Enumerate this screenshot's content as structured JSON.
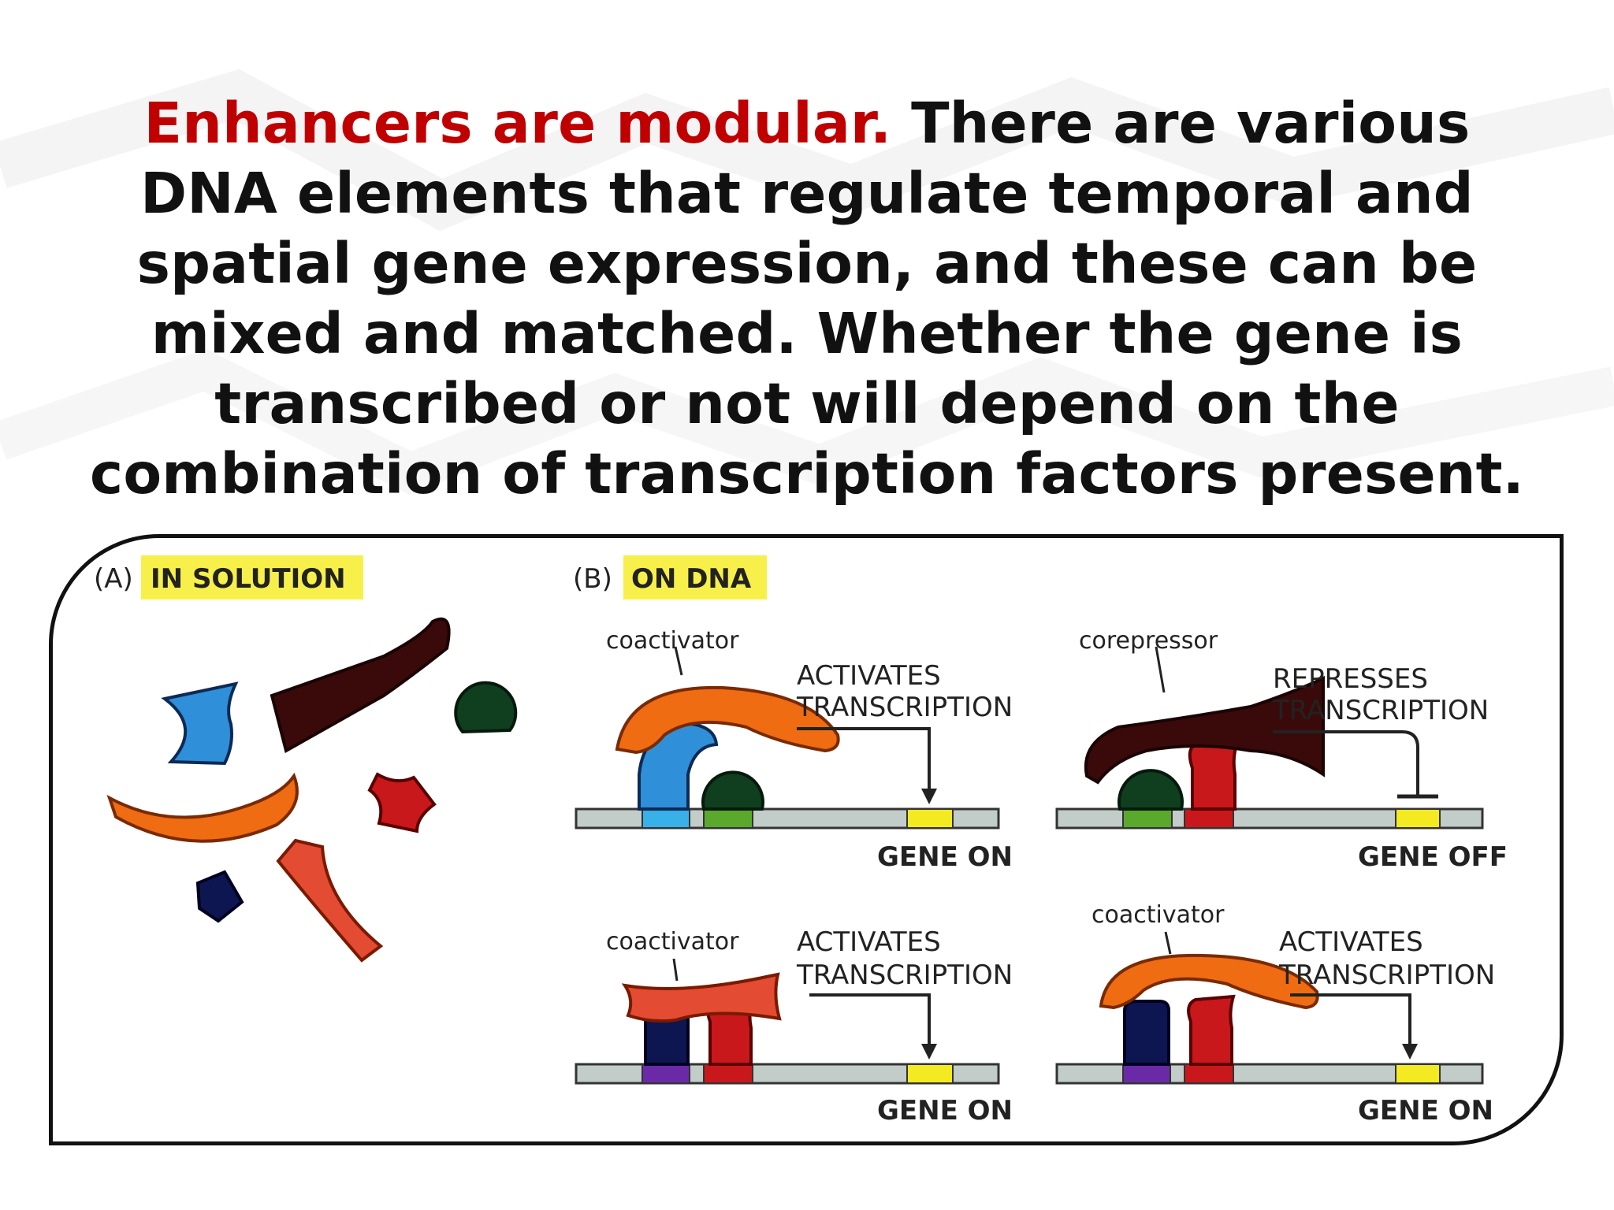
{
  "headline": {
    "accent": "Enhancers are modular.",
    "rest": " There are various DNA elements that regulate temporal and spatial gene expression, and these can be mixed and matched. Whether the gene is transcribed or not will depend on the combination of transcription factors present."
  },
  "figure": {
    "panel_a": {
      "letter": "(A)",
      "title": "IN SOLUTION"
    },
    "panel_b": {
      "letter": "(B)",
      "title": "ON DNA"
    },
    "scenarios": [
      {
        "cofactor": "coactivator",
        "effect_1": "ACTIVATES",
        "effect_2": "TRANSCRIPTION",
        "gene_state": "GENE ON"
      },
      {
        "cofactor": "corepressor",
        "effect_1": "REPRESSES",
        "effect_2": "TRANSCRIPTION",
        "gene_state": "GENE OFF"
      },
      {
        "cofactor": "coactivator",
        "effect_1": "ACTIVATES",
        "effect_2": "TRANSCRIPTION",
        "gene_state": "GENE ON"
      },
      {
        "cofactor": "coactivator",
        "effect_1": "ACTIVATES",
        "effect_2": "TRANSCRIPTION",
        "gene_state": "GENE ON"
      }
    ]
  },
  "colors": {
    "accent_red": "#c00000",
    "label_highlight": "#f7f04a",
    "dna_strand": "#c2ccc8",
    "gene_yellow": "#f4ea22",
    "blue_factor": "#2f8fd8",
    "green_factor": "#0f3f1f",
    "navy_factor": "#0d1650",
    "red_factor": "#c8181c",
    "orange_coactivator": "#ef6c12",
    "salmon_coactivator": "#e34b32",
    "maroon_corepressor": "#3a0a0a"
  }
}
